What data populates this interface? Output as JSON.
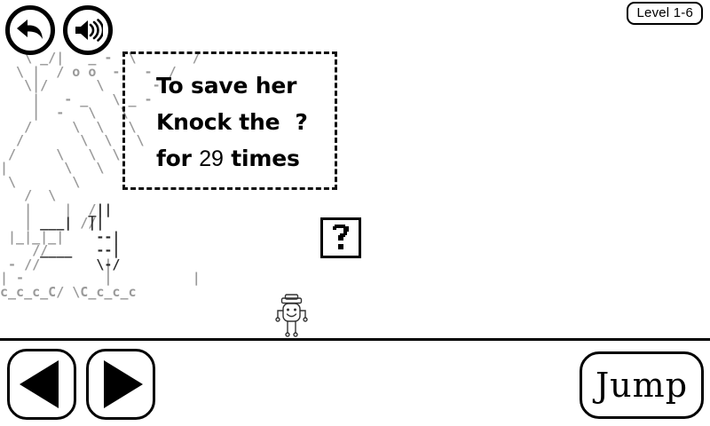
{
  "hud": {
    "back_button_label": "Back",
    "back_icon": "back-arrow-icon",
    "sound_button_label": "Sound",
    "sound_icon": "speaker-icon",
    "level_label": "Level 1-6"
  },
  "speech": {
    "line1": "To save her",
    "line2": "Knock the  ?",
    "line3_prefix": "for ",
    "line3_count": "29",
    "line3_suffix": " times"
  },
  "world": {
    "question_block_label": "?",
    "player_name": "player-character",
    "ascii_art_light": "   \\ _/|   _ -  \\       /\n  \\ |  / o o  -   -  /\n   \\|/      \\      -\n    |   - _   \\ _ -\n    |  -   \\   \\\n   /     \\  \\   \\\n  /       \\  \\   \\\n /     \\   \\  \\\n|       \\   \\\n \\       \\\n   /  \\\n   |    |  /|\n   |    | //\n |_|_|_|\n    //\n - //        |\n| -          |          |\nc_c_c_C/ \\C_c_c_c",
    "ascii_art_dark": "\n\n\n\n\n\n\n\n\n\n\n           _||\n     ___|  ||\n            --|\n     ____   --|\n            \\-/"
  },
  "controls": {
    "left_label": "Move Left",
    "left_icon": "triangle-left-icon",
    "right_label": "Move Right",
    "right_icon": "triangle-right-icon",
    "jump_label": "Jump"
  },
  "colors": {
    "background": "#ffffff",
    "ink": "#000000",
    "art_light": "#9a9a9a",
    "art_dark": "#2a2a2a"
  }
}
